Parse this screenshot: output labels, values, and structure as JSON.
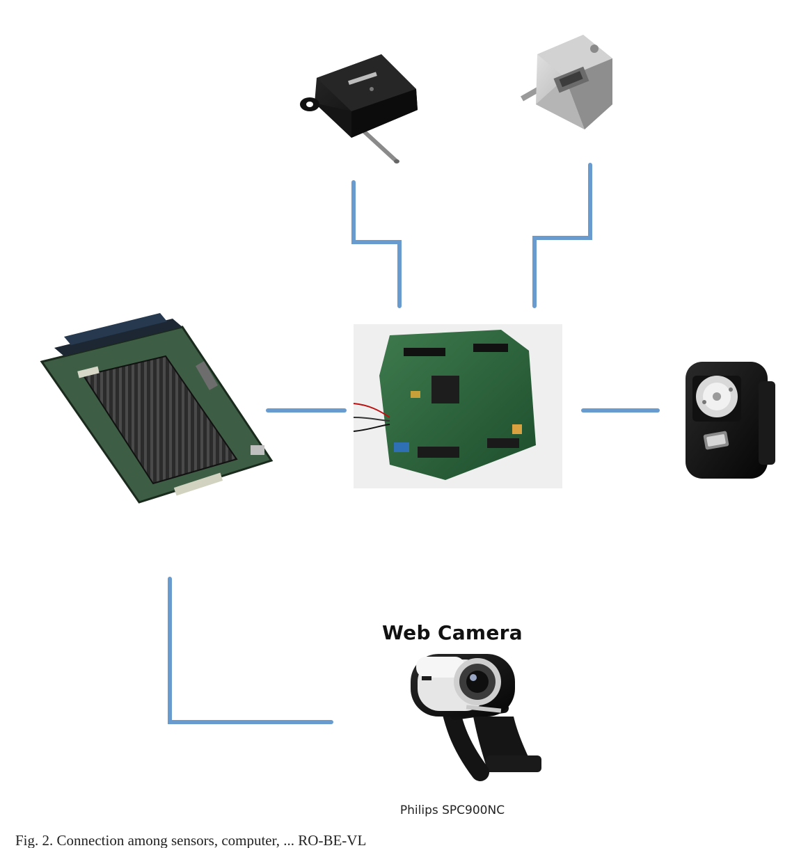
{
  "diagram": {
    "connector_color": "#6a9bcf",
    "nodes": [
      {
        "id": "tilt-sensor",
        "icon": "tilt-sensor-icon"
      },
      {
        "id": "servo-motor",
        "icon": "servo-motor-icon"
      },
      {
        "id": "embedded-pc-board",
        "icon": "embedded-pc-board-icon"
      },
      {
        "id": "controller-board",
        "icon": "controller-board-icon"
      },
      {
        "id": "dynamixel-actuator",
        "icon": "dynamixel-actuator-icon"
      },
      {
        "id": "web-camera",
        "icon": "webcam-icon"
      }
    ],
    "labels": {
      "web_camera": "Web Camera",
      "camera_model": "Philips SPC900NC"
    }
  },
  "caption": "Fig. 2. Connection among sensors, computer, ... RO-BE-VL"
}
